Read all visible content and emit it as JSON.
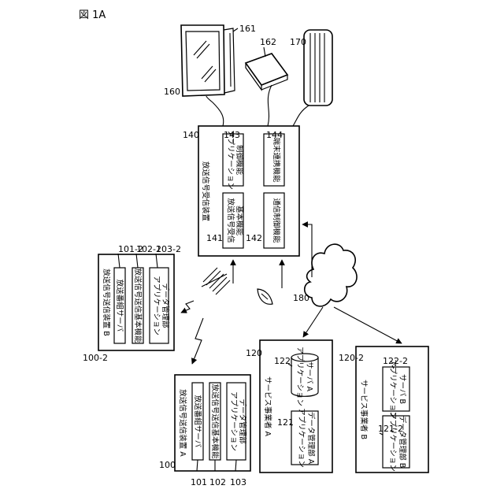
{
  "figure": {
    "title": "図 1A"
  },
  "receiver": {
    "title": "放送信号受信装置",
    "app_control": {
      "line1": "アプリケーション",
      "line2": "制御機能"
    },
    "recv_basic": {
      "line1": "放送信号受信",
      "line2": "基本機能"
    },
    "terminal_link": "端末連携機能",
    "comm_control": "通信制御機能"
  },
  "transmitter_a": {
    "title": "放送信号送信装置 A",
    "program_server": "放送番組サーバ",
    "basic_function": "放送信号送信基本機能",
    "app_data": {
      "line1": "アプリケーション",
      "line2": "データ管理部"
    }
  },
  "transmitter_b": {
    "title": "放送信号送信装置 B",
    "program_server": "放送番組サーバ",
    "basic_function": "放送信号送信基本機能",
    "app_data": {
      "line1": "アプリケーション",
      "line2": "データ管理部"
    }
  },
  "provider_a": {
    "title": "サービス事業者 A",
    "server": {
      "line1": "アプリケーション",
      "line2": "サーバ A"
    },
    "mgmt": {
      "line1": "アプリケーション",
      "line2": "データ管理部 A"
    }
  },
  "provider_b": {
    "title": "サービス事業者 B",
    "server": {
      "line1": "アプリケーション",
      "line2": "サーバ B"
    },
    "mgmt": {
      "line1": "アプリケーション",
      "line2": "データ管理部 B"
    }
  },
  "refs": {
    "r100": "100",
    "r101": "101",
    "r102": "102",
    "r103": "103",
    "r100_2": "100-2",
    "r101_2": "101-2",
    "r102_2": "102-2",
    "r103_2": "103-2",
    "r120": "120",
    "r121": "121",
    "r122": "122",
    "r120_2": "120-2",
    "r121_2": "121-2",
    "r122_2": "122-2",
    "r140": "140",
    "r141": "141",
    "r142": "142",
    "r143": "143",
    "r144": "144",
    "r160": "160",
    "r161": "161",
    "r162": "162",
    "r170": "170",
    "r180": "180"
  }
}
